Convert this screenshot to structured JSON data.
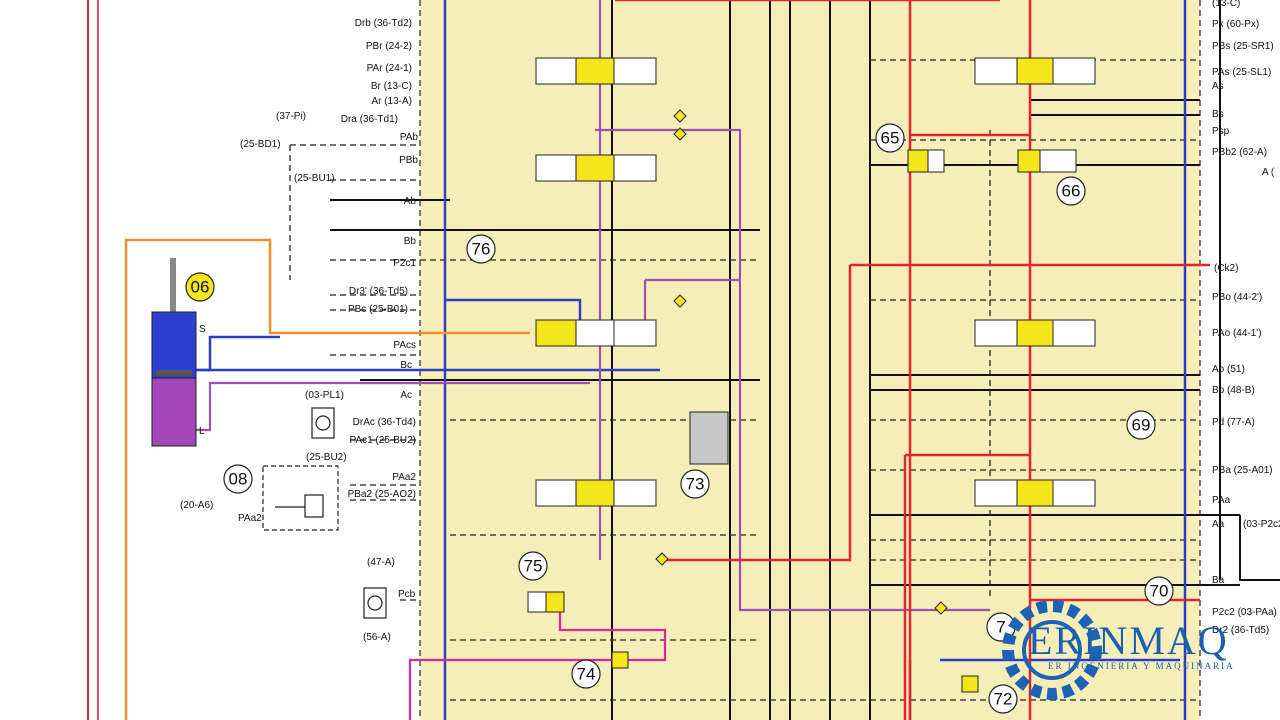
{
  "labels_left": [
    "Drb (36-Td2)",
    "PBr (24-2)",
    "PAr (24-1)",
    "Br (13-C)",
    "Ar (13-A)",
    "Dra (36-Td1)",
    "(37-Pi)",
    "(25-BD1)",
    "PAb",
    "PBb",
    "(25-BU1)",
    "Ab",
    "Bb",
    "P2c1",
    "Dr3' (36-Td5)",
    "PBc (25-B01)",
    "PAcs",
    "Bc",
    "Ac",
    "(03-PL1)",
    "DrAc (36-Td4)",
    "PAc1 (25-BU2)",
    "(25-BU2)",
    "PAa2",
    "PBa2 (25-AO2)",
    "(20-A6)",
    "PAa2",
    "(47-A)",
    "Pcb",
    "(56-A)"
  ],
  "labels_right": [
    "Px (60-Px)",
    "PBs (25-SR1)",
    "PAs (25-SL1)",
    "As",
    "Bs",
    "Psp",
    "PBb2 (62-A)",
    "A (",
    "(Ck2)",
    "PBo (44-2')",
    "PAo (44-1')",
    "Ao (51)",
    "Bo (48-B)",
    "Pd (77-A)",
    "PBa (25-A01)",
    "PAa",
    "Aa",
    "(03-P2c2",
    "Ba",
    "P2c2 (03-PAa)",
    "Dr2 (36-Td5)",
    "(13-C)"
  ],
  "cylinder_ports": {
    "top": "S",
    "bottom": "L"
  },
  "callouts": [
    "06",
    "08",
    "65",
    "66",
    "69",
    "70",
    "72",
    "73",
    "74",
    "75",
    "76",
    "7"
  ],
  "watermark": {
    "brand": "ERINMAQ",
    "tagline": "ER INGENIERIA Y MAQUINARIA"
  },
  "colors": {
    "panel": "#f6eeb8",
    "yellow": "#f5e61c",
    "red": "#e8242b",
    "blue": "#2b3ec7",
    "purple": "#9c4fb5",
    "magenta": "#e0239c",
    "orange": "#f0902c",
    "cylinder_blue": "#2e3fcf",
    "cylinder_purple": "#a246b8",
    "gear": "#1c63b5"
  }
}
